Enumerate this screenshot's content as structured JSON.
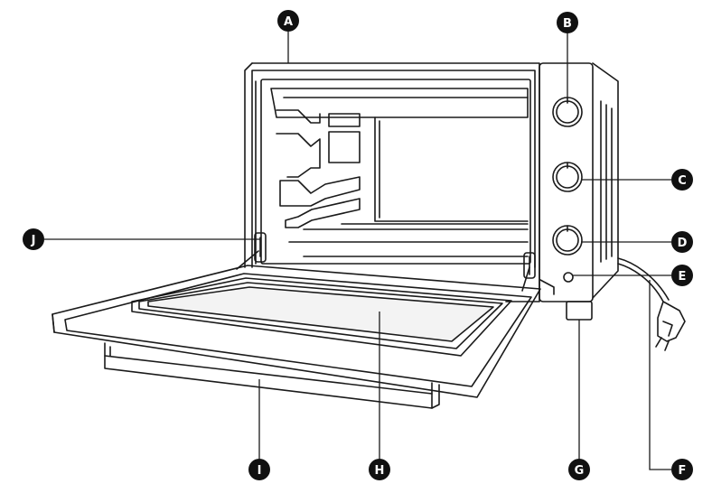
{
  "callouts": [
    {
      "key": "A",
      "letter": "A"
    },
    {
      "key": "B",
      "letter": "B"
    },
    {
      "key": "C",
      "letter": "C"
    },
    {
      "key": "D",
      "letter": "D"
    },
    {
      "key": "E",
      "letter": "E"
    },
    {
      "key": "F",
      "letter": "F"
    },
    {
      "key": "G",
      "letter": "G"
    },
    {
      "key": "H",
      "letter": "H"
    },
    {
      "key": "I",
      "letter": "I"
    },
    {
      "key": "J",
      "letter": "J"
    }
  ],
  "colors": {
    "line": "#1a1a1a",
    "badge": "#111111",
    "background": "#ffffff",
    "door_glass": "#f3f3f3"
  }
}
